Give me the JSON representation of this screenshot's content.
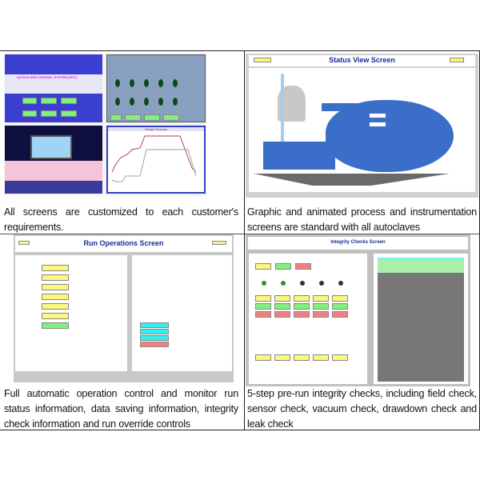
{
  "cells": [
    {
      "caption": "All screens are customized to each customer's requirements.",
      "screen_title": "AUTOCLAVE CONTROL SYSTEM (SPC)",
      "chart_title": "Recipe Process"
    },
    {
      "caption": "Graphic and animated process and instrumentation screens are standard with all autoclaves",
      "screen_title": "Status View Screen"
    },
    {
      "caption": "Full automatic operation control and monitor run status information, data saving information, integrity check information and run override controls",
      "screen_title": "Run Operations Screen"
    },
    {
      "caption": "5-step pre-run integrity checks, including field check, sensor check, vacuum check, drawdown check and leak check",
      "screen_title": "Integrity Checks Screen"
    }
  ],
  "colors": {
    "yellow": "#fcf77a",
    "green": "#7ef07e",
    "red": "#f08080",
    "cyan": "#2ff0f0",
    "navy": "#1a2a9a"
  }
}
